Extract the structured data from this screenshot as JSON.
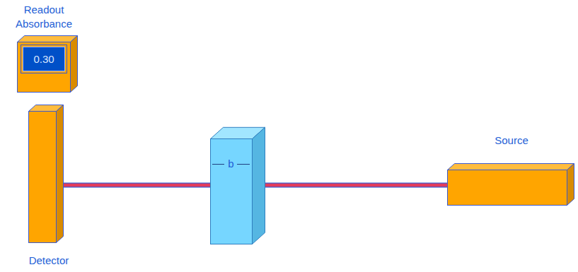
{
  "diagram": {
    "nodes": [
      {
        "text": [
          "Readout Absorbance",
          "0.30"
        ]
      },
      {
        "text": [
          "Detector"
        ]
      },
      {
        "text": [
          "b"
        ]
      },
      {
        "text": [
          "Source"
        ]
      }
    ],
    "edges": [
      {
        "from": 3,
        "to": 2,
        "arrow": "none"
      },
      {
        "from": 2,
        "to": 1,
        "arrow": "none"
      }
    ]
  }
}
